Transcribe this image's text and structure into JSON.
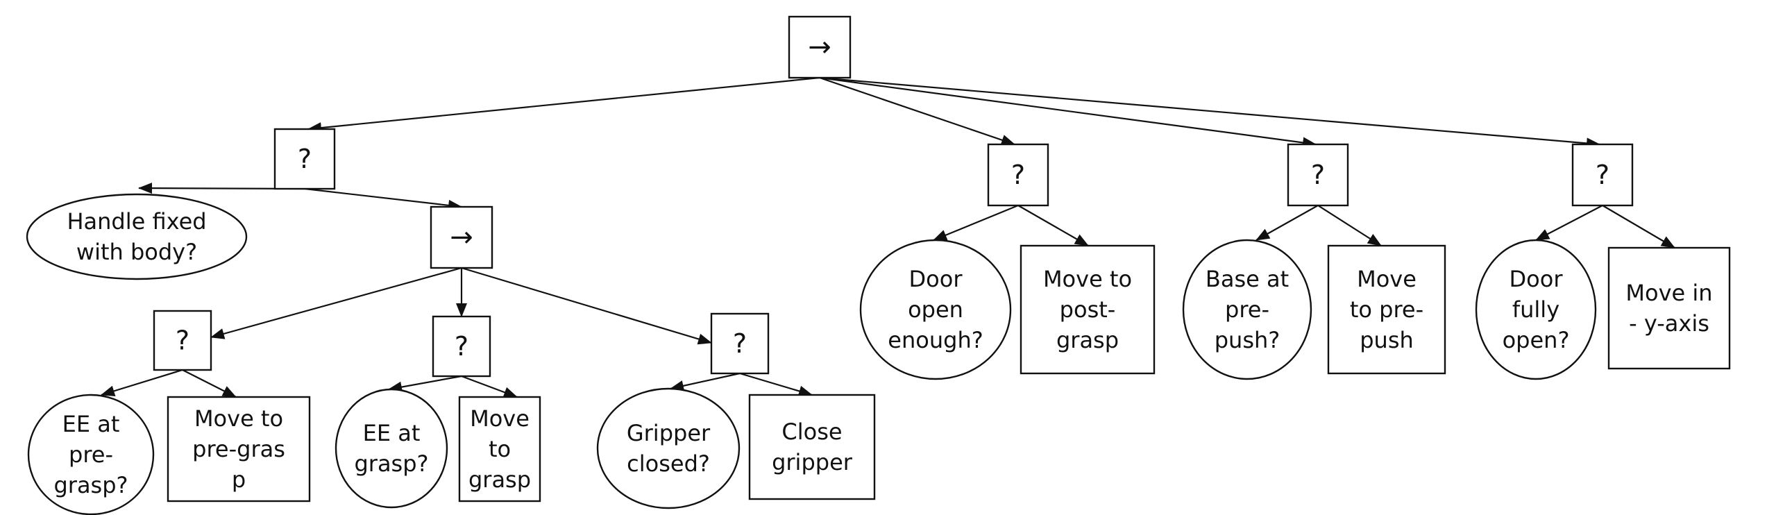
{
  "symbols": {
    "sequence": "→",
    "fallback": "?"
  },
  "nodes": {
    "root": {
      "kind": "control",
      "symbol": "→"
    },
    "fb_handle": {
      "kind": "control",
      "symbol": "?"
    },
    "cond_handle_fixed": {
      "kind": "condition",
      "lines": [
        "Handle fixed",
        "with body?"
      ]
    },
    "seq_grasp": {
      "kind": "control",
      "symbol": "→"
    },
    "fb_pregrasp": {
      "kind": "control",
      "symbol": "?"
    },
    "cond_ee_pregrasp": {
      "kind": "condition",
      "lines": [
        "EE at",
        "pre-",
        "grasp?"
      ]
    },
    "act_move_pregrasp": {
      "kind": "action",
      "lines": [
        "Move to",
        "pre-gras",
        "p"
      ]
    },
    "fb_grasp": {
      "kind": "control",
      "symbol": "?"
    },
    "cond_ee_grasp": {
      "kind": "condition",
      "lines": [
        "EE at",
        "grasp?"
      ]
    },
    "act_move_grasp": {
      "kind": "action",
      "lines": [
        "Move",
        "to",
        "grasp"
      ]
    },
    "fb_gripper": {
      "kind": "control",
      "symbol": "?"
    },
    "cond_gripper_closed": {
      "kind": "condition",
      "lines": [
        "Gripper",
        "closed?"
      ]
    },
    "act_close_gripper": {
      "kind": "action",
      "lines": [
        "Close",
        "gripper"
      ]
    },
    "fb_door": {
      "kind": "control",
      "symbol": "?"
    },
    "cond_door_open": {
      "kind": "condition",
      "lines": [
        "Door",
        "open",
        "enough?"
      ]
    },
    "act_move_postgrasp": {
      "kind": "action",
      "lines": [
        "Move to",
        "post-",
        "grasp"
      ]
    },
    "fb_prepush": {
      "kind": "control",
      "symbol": "?"
    },
    "cond_base_prepush": {
      "kind": "condition",
      "lines": [
        "Base at",
        "pre-",
        "push?"
      ]
    },
    "act_move_prepush": {
      "kind": "action",
      "lines": [
        "Move",
        "to pre-",
        "push"
      ]
    },
    "fb_fullyopen": {
      "kind": "control",
      "symbol": "?"
    },
    "cond_door_fully_open": {
      "kind": "condition",
      "lines": [
        "Door",
        "fully",
        "open?"
      ]
    },
    "act_move_y": {
      "kind": "action",
      "lines": [
        "Move in",
        "- y-axis"
      ]
    }
  },
  "edges": [
    [
      "root",
      "fb_handle"
    ],
    [
      "root",
      "fb_door"
    ],
    [
      "root",
      "fb_prepush"
    ],
    [
      "root",
      "fb_fullyopen"
    ],
    [
      "fb_handle",
      "cond_handle_fixed"
    ],
    [
      "fb_handle",
      "seq_grasp"
    ],
    [
      "seq_grasp",
      "fb_pregrasp"
    ],
    [
      "seq_grasp",
      "fb_grasp"
    ],
    [
      "seq_grasp",
      "fb_gripper"
    ],
    [
      "fb_pregrasp",
      "cond_ee_pregrasp"
    ],
    [
      "fb_pregrasp",
      "act_move_pregrasp"
    ],
    [
      "fb_grasp",
      "cond_ee_grasp"
    ],
    [
      "fb_grasp",
      "act_move_grasp"
    ],
    [
      "fb_gripper",
      "cond_gripper_closed"
    ],
    [
      "fb_gripper",
      "act_close_gripper"
    ],
    [
      "fb_door",
      "cond_door_open"
    ],
    [
      "fb_door",
      "act_move_postgrasp"
    ],
    [
      "fb_prepush",
      "cond_base_prepush"
    ],
    [
      "fb_prepush",
      "act_move_prepush"
    ],
    [
      "fb_fullyopen",
      "cond_door_fully_open"
    ],
    [
      "fb_fullyopen",
      "act_move_y"
    ]
  ]
}
